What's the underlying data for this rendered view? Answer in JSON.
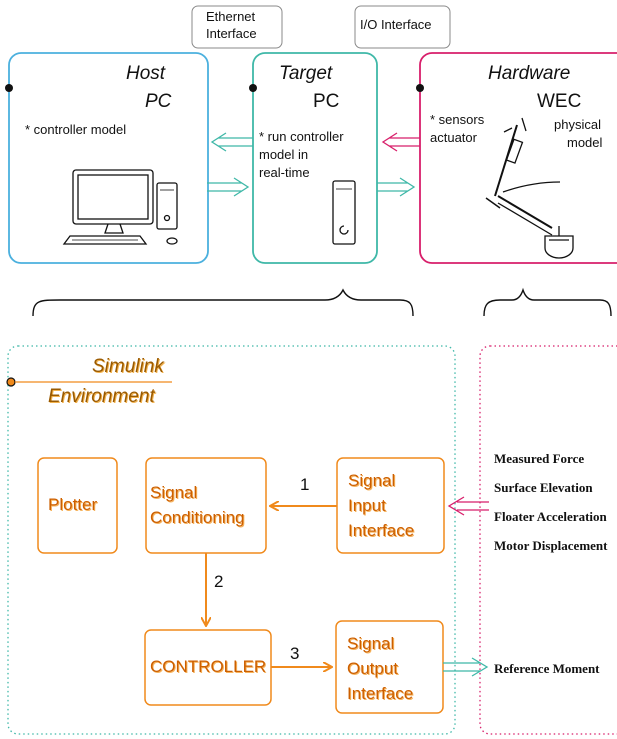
{
  "top": {
    "ethernet_label_line1": "Ethernet",
    "ethernet_label_line2": "Interface",
    "io_label": "I/O Interface",
    "host": {
      "title": "Host",
      "subtitle": "PC",
      "note": "* controller model"
    },
    "target": {
      "title": "Target",
      "subtitle": "PC",
      "note_line1": "* run controller",
      "note_line2": "model in",
      "note_line3": "real-time"
    },
    "hardware": {
      "title": "Hardware",
      "subtitle": "WEC",
      "note_line1": "* sensors",
      "note_line2": "actuator",
      "note_line3": "physical",
      "note_line4": "model"
    }
  },
  "simulink": {
    "title_line1": "Simulink",
    "title_line2": "Environment",
    "blocks": {
      "plotter": "Plotter",
      "conditioning_line1": "Signal",
      "conditioning_line2": "Conditioning",
      "input_line1": "Signal",
      "input_line2": "Input",
      "input_line3": "Interface",
      "controller": "CONTROLLER",
      "output_line1": "Signal",
      "output_line2": "Output",
      "output_line3": "Interface"
    },
    "arrow_labels": {
      "a1": "1",
      "a2": "2",
      "a3": "3"
    }
  },
  "signals": {
    "inputs": [
      "Measured Force",
      "Surface Elevation",
      "Floater Acceleration",
      "Motor Displacement"
    ],
    "output": "Reference Moment"
  },
  "colors": {
    "host": "#4bb0de",
    "target": "#3fb8a8",
    "hardware": "#d81f6b",
    "simulink": "#3fb8a8",
    "orange": "#f08a1c",
    "red_dotted": "#d81f6b"
  }
}
